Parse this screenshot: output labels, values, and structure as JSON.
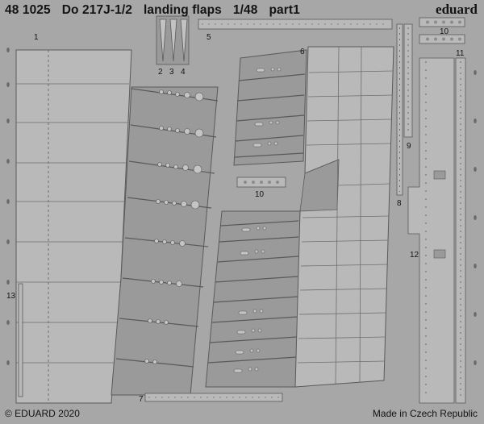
{
  "sheet": {
    "header": {
      "code": "48 1025",
      "model": "Do 217J-1/2",
      "subject": "landing flaps",
      "scale": "1/48",
      "part": "part1"
    },
    "brand_logo": "eduard",
    "copyright": "© EDUARD 2020",
    "origin": "Made in Czech Republic"
  },
  "part_numbers": {
    "p1": "1",
    "p2": "2",
    "p3": "3",
    "p4": "4",
    "p5": "5",
    "p6": "6",
    "p7": "7",
    "p8": "8",
    "p9": "9",
    "p10a": "10",
    "p10b": "10",
    "p11": "11",
    "p12": "12",
    "p13": "13"
  },
  "colors": {
    "fret": "#a7a7a7",
    "etched_part": "#b9b9b9",
    "recessed_part": "#9a9a9a",
    "outline": "#5a5a5a",
    "text": "#141414"
  }
}
